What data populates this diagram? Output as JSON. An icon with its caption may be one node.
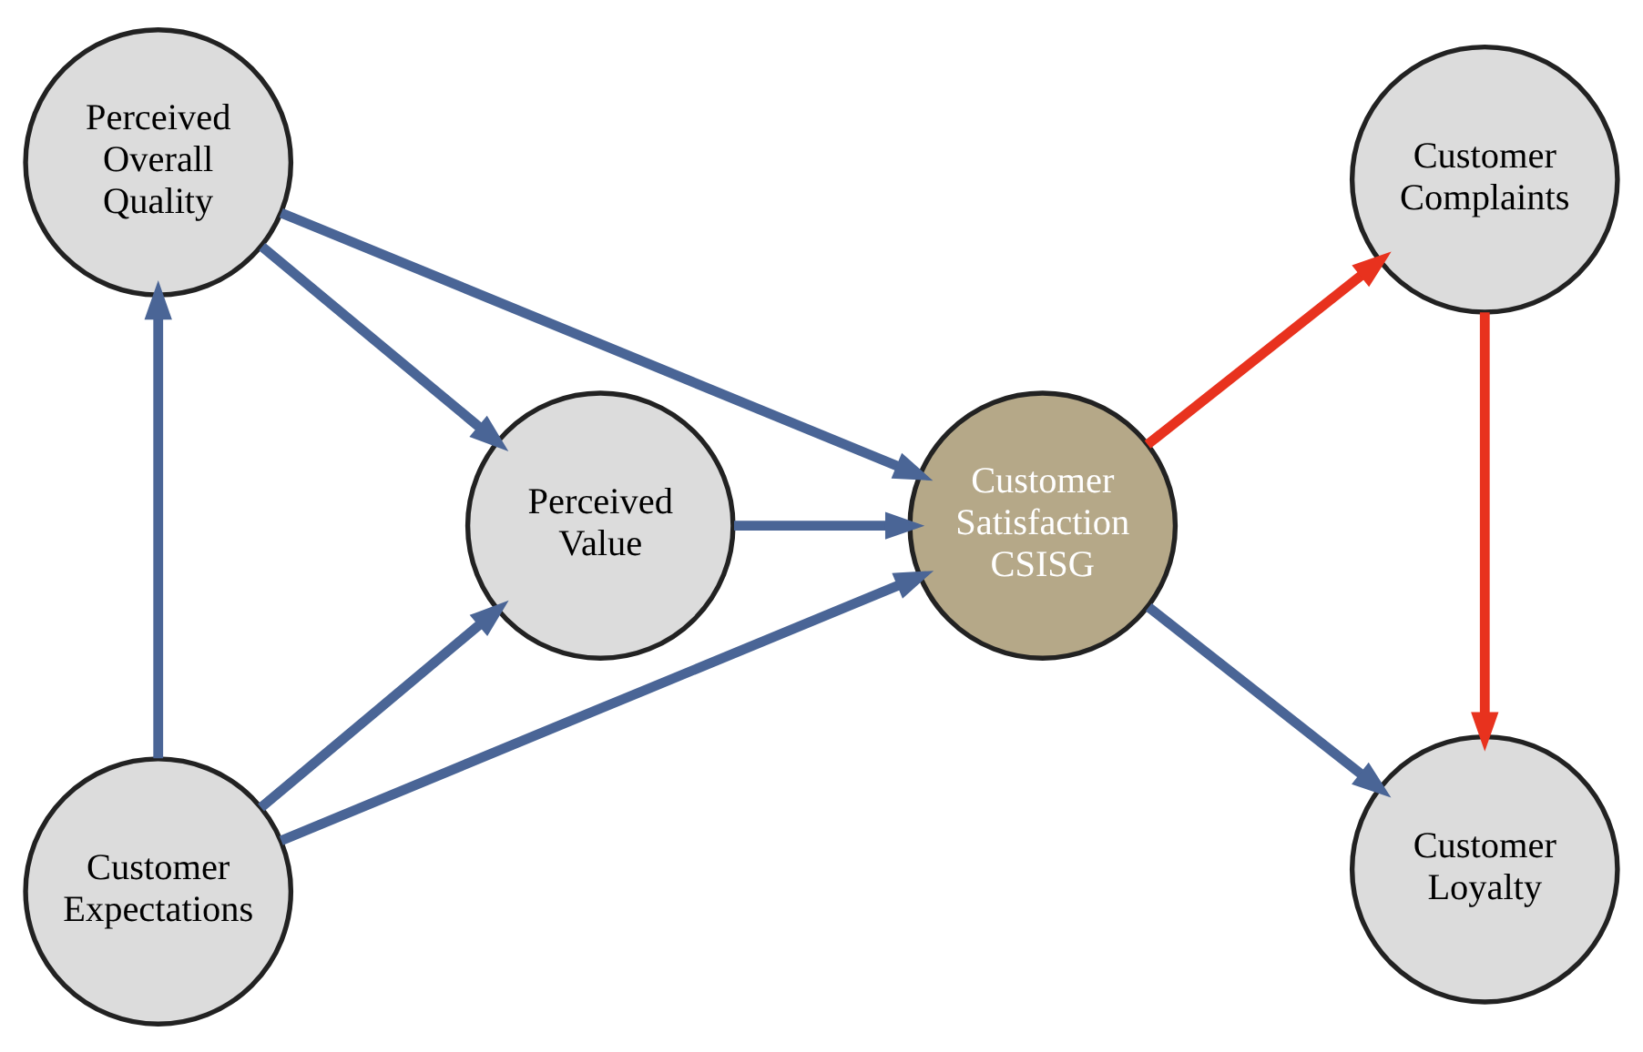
{
  "diagram": {
    "nodes": [
      {
        "text": [
          "Perceived Overall Quality"
        ]
      },
      {
        "text": [
          "Perceived Value"
        ]
      },
      {
        "text": [
          "Customer Expectations"
        ]
      },
      {
        "text": [
          "Customer Satisfaction CSISG"
        ]
      },
      {
        "text": [
          "Customer Complaints"
        ]
      },
      {
        "text": [
          "Customer Loyalty"
        ]
      }
    ],
    "edges": [
      {
        "from": 2,
        "to": 0,
        "arrow": "to"
      },
      {
        "from": 0,
        "to": 1,
        "arrow": "to"
      },
      {
        "from": 0,
        "to": 3,
        "arrow": "to"
      },
      {
        "from": 1,
        "to": 3,
        "arrow": "to"
      },
      {
        "from": 2,
        "to": 1,
        "arrow": "to"
      },
      {
        "from": 2,
        "to": 3,
        "arrow": "to"
      },
      {
        "from": 3,
        "to": 4,
        "arrow": "to",
        "color": "#e8321e"
      },
      {
        "from": 4,
        "to": 5,
        "arrow": "to",
        "color": "#e8321e"
      },
      {
        "from": 3,
        "to": 5,
        "arrow": "to"
      }
    ]
  }
}
